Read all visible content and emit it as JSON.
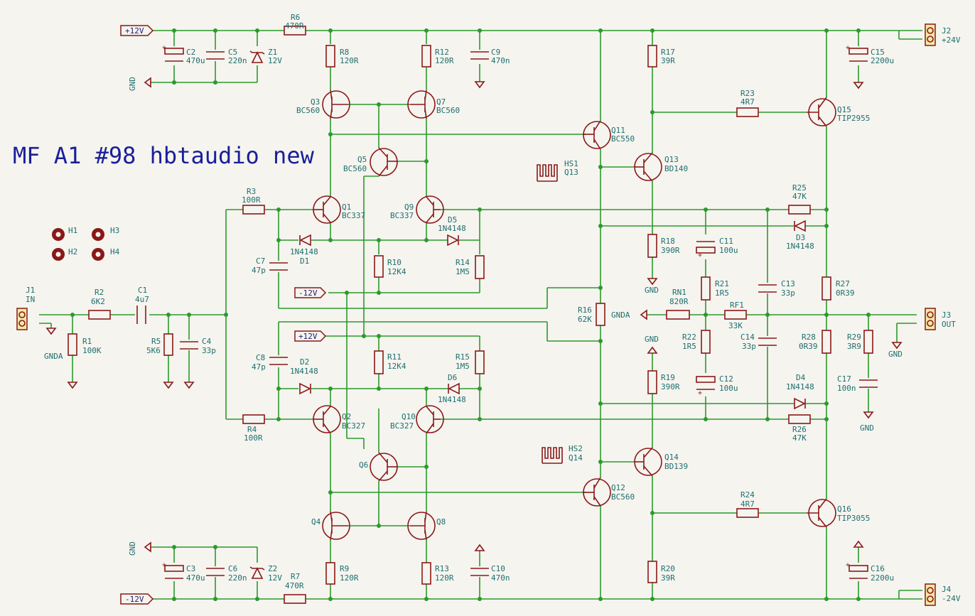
{
  "title": "MF A1 #98 hbtaudio new",
  "power_flags": {
    "p12_top": "+12V",
    "m12_bottom": "-12V",
    "m12_mid": "-12V",
    "p12_mid": "+12V",
    "gnd_top": "GND",
    "gnd_bot": "GND",
    "gnd_r18": "GND",
    "gnd_r19": "GND",
    "gnd_c17": "GND",
    "gnd_j3": "GND",
    "gnda_r1": "GNDA",
    "gnda_rn1": "GNDA"
  },
  "labels": {
    "R6": "R6",
    "R6v": "470R",
    "C2": "C2",
    "C2v": "470u",
    "C5": "C5",
    "C5v": "220n",
    "Z1": "Z1",
    "Z1v": "12V",
    "R8": "R8",
    "R8v": "120R",
    "R12": "R12",
    "R12v": "120R",
    "C9": "C9",
    "C9v": "470n",
    "R17": "R17",
    "R17v": "39R",
    "R23": "R23",
    "R23v": "4R7",
    "Q15": "Q15",
    "Q15v": "TIP2955",
    "C15": "C15",
    "C15v": "2200u",
    "J2": "J2",
    "J2v": "+24V",
    "Q3": "Q3",
    "Q3v": "BC560",
    "Q7": "Q7",
    "Q7v": "BC560",
    "Q11": "Q11",
    "Q11v": "BC550",
    "Q5": "Q5",
    "Q5v": "BC560",
    "HS1": "HS1",
    "HS1v": "Q13",
    "Q13": "Q13",
    "Q13v": "BD140",
    "R3": "R3",
    "R3v": "100R",
    "Q1": "Q1",
    "Q1v": "BC337",
    "Q9": "Q9",
    "Q9v": "BC337",
    "D5": "D5",
    "D5v": "1N4148",
    "R25": "R25",
    "R25v": "47K",
    "D3": "D3",
    "D3v": "1N4148",
    "H1": "H1",
    "H2": "H2",
    "H3": "H3",
    "H4": "H4",
    "D1": "D1",
    "D1v": "1N4148",
    "C7": "C7",
    "C7v": "47p",
    "R10": "R10",
    "R10v": "12K4",
    "R14": "R14",
    "R14v": "1M5",
    "R18": "R18",
    "R18v": "390R",
    "C11": "C11",
    "C11v": "100u",
    "J1": "J1",
    "J1v": "IN",
    "R2": "R2",
    "R2v": "6K2",
    "C1": "C1",
    "C1v": "4u7",
    "R1": "R1",
    "R1v": "100K",
    "R5": "R5",
    "R5v": "5K6",
    "C4": "C4",
    "C4v": "33p",
    "RN1": "RN1",
    "RN1v": "820R",
    "R21": "R21",
    "R21v": "1R5",
    "RF1": "RF1",
    "RF1v": "33K",
    "C13": "C13",
    "C13v": "33p",
    "R27": "R27",
    "R27v": "0R39",
    "R16": "R16",
    "R16v": "62K",
    "J3": "J3",
    "J3v": "OUT",
    "R22": "R22",
    "R22v": "1R5",
    "C14": "C14",
    "C14v": "33p",
    "R28": "R28",
    "R28v": "0R39",
    "R29": "R29",
    "R29v": "3R9",
    "C12": "C12",
    "C12v": "100u",
    "C17": "C17",
    "C17v": "100n",
    "C8": "C8",
    "C8v": "47p",
    "D2": "D2",
    "D2v": "1N4148",
    "R11": "R11",
    "R11v": "12K4",
    "R15": "R15",
    "R15v": "1M5",
    "D6": "D6",
    "D6v": "1N4148",
    "R19": "R19",
    "R19v": "390R",
    "D4": "D4",
    "D4v": "1N4148",
    "R4": "R4",
    "R4v": "100R",
    "Q2": "Q2",
    "Q2v": "BC327",
    "Q10": "Q10",
    "Q10v": "BC327",
    "R26": "R26",
    "R26v": "47K",
    "HS2": "HS2",
    "HS2v": "Q14",
    "Q14": "Q14",
    "Q14v": "BD139",
    "Q6": "Q6",
    "Q12": "Q12",
    "Q12v": "BC560",
    "R24": "R24",
    "R24v": "4R7",
    "Q16": "Q16",
    "Q16v": "TIP3055",
    "Q4": "Q4",
    "Q8": "Q8",
    "C3": "C3",
    "C3v": "470u",
    "C6": "C6",
    "C6v": "220n",
    "Z2": "Z2",
    "Z2v": "12V",
    "R7": "R7",
    "R7v": "470R",
    "R9": "R9",
    "R9v": "120R",
    "R13": "R13",
    "R13v": "120R",
    "C10": "C10",
    "C10v": "470n",
    "R20": "R20",
    "R20v": "39R",
    "C16": "C16",
    "C16v": "2200u",
    "J4": "J4",
    "J4v": "-24V"
  },
  "colors": {
    "wire": "#2b9a2b",
    "component": "#8a1818",
    "label": "#1f6f6f",
    "title": "#1a1f9a",
    "background": "#f5f4ef"
  }
}
